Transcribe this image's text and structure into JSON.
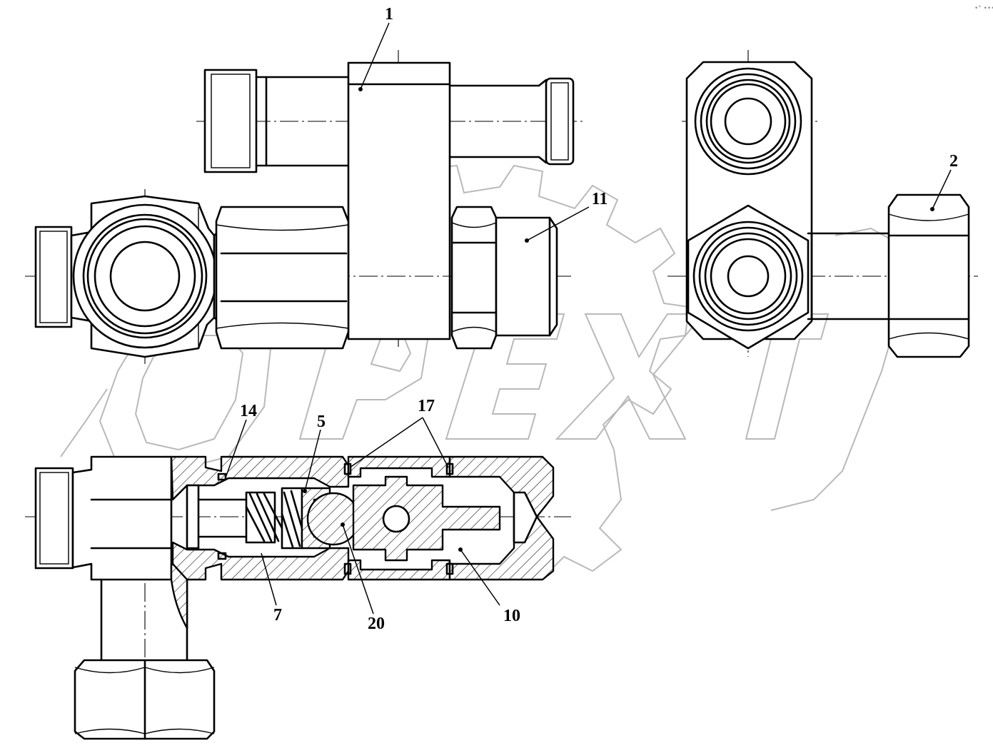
{
  "watermark": {
    "text": "OPEX"
  },
  "callouts": [
    {
      "id": "c1",
      "label": "1"
    },
    {
      "id": "c2",
      "label": "2"
    },
    {
      "id": "c11",
      "label": "11"
    },
    {
      "id": "c14",
      "label": "14"
    },
    {
      "id": "c5",
      "label": "5"
    },
    {
      "id": "c17",
      "label": "17"
    },
    {
      "id": "c7",
      "label": "7"
    },
    {
      "id": "c20",
      "label": "20"
    },
    {
      "id": "c10",
      "label": "10"
    }
  ],
  "corner_mark": "•° •••"
}
